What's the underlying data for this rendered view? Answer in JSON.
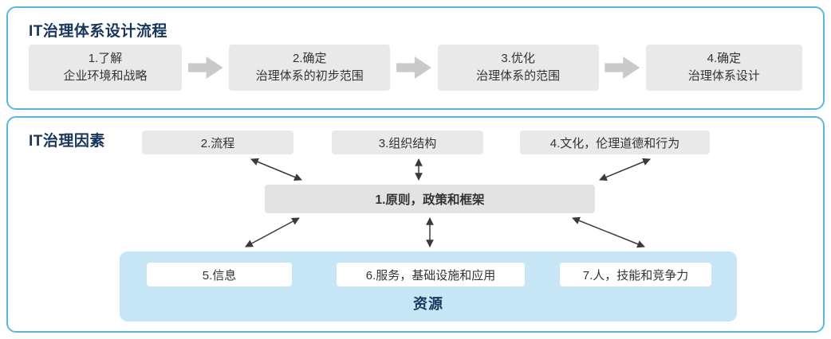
{
  "colors": {
    "panel-border": "#58b7e5",
    "title-text": "#17365d",
    "box-gray": "#e9e9e9",
    "center-box-gray": "#e3e3e3",
    "flow-arrow-gray": "#c8cacc",
    "resources-blue": "#c6e6f6",
    "body-text": "#333333",
    "connector": "#3a3a3a"
  },
  "process_panel": {
    "title": "IT治理体系设计流程",
    "steps": [
      {
        "line1": "1.了解",
        "line2": "企业环境和战略"
      },
      {
        "line1": "2.确定",
        "line2": "治理体系的初步范围"
      },
      {
        "line1": "3.优化",
        "line2": "治理体系的范围"
      },
      {
        "line1": "4.确定",
        "line2": "治理体系设计"
      }
    ]
  },
  "factors_panel": {
    "title": "IT治理因素",
    "top_factors": [
      "2.流程",
      "3.组织结构",
      "4.文化，伦理道德和行为"
    ],
    "center_factor": "1.原则，政策和框架",
    "resources": {
      "items": [
        "5.信息",
        "6.服务，基础设施和应用",
        "7.人，技能和竞争力"
      ],
      "label": "资源"
    }
  }
}
